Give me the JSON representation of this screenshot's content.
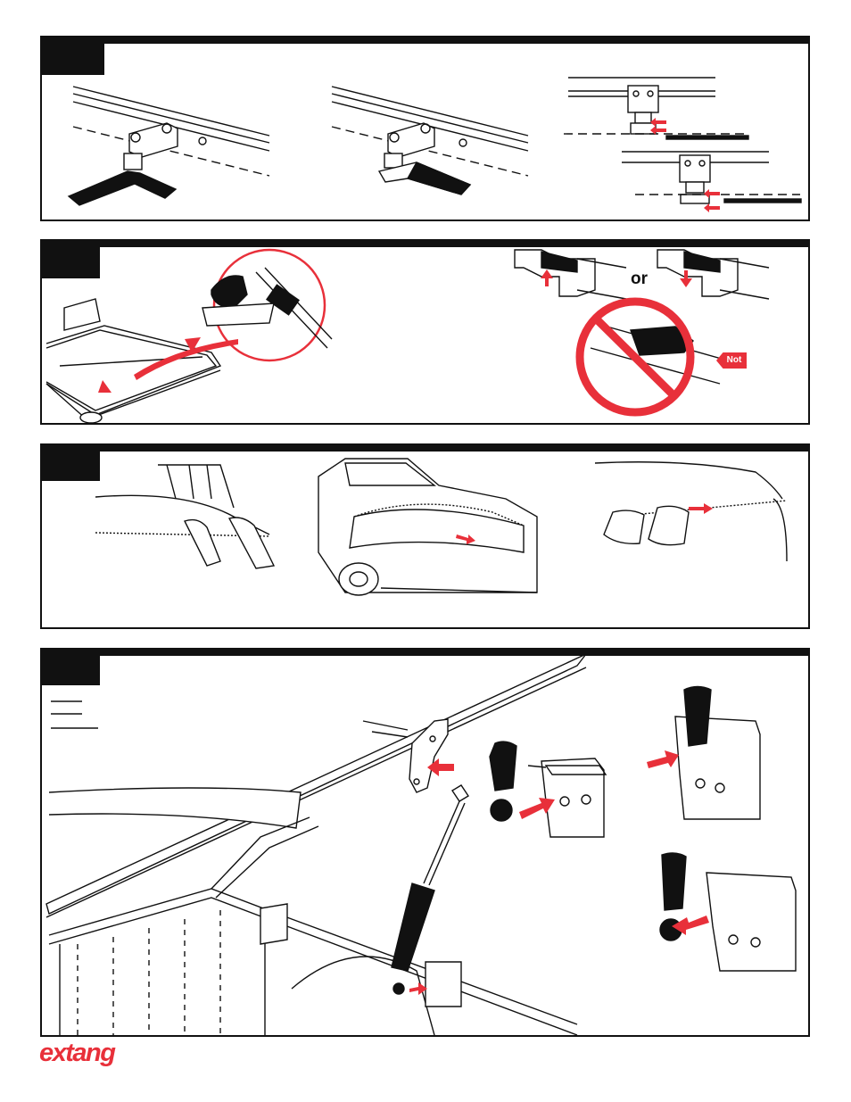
{
  "panels": {
    "p2": {
      "or_label": "or",
      "not_label": "Not"
    }
  },
  "brand": {
    "name": "extang"
  },
  "colors": {
    "accent": "#e8303a",
    "ink": "#111111"
  },
  "icons": [
    "red-arrow-icon",
    "prohibited-sign-icon"
  ]
}
